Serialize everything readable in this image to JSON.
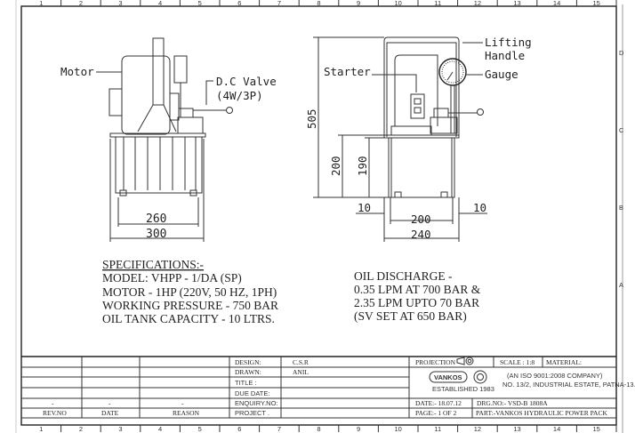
{
  "labels": {
    "motor": "Motor",
    "dc_valve_1": "D.C Valve",
    "dc_valve_2": "(4W/3P)",
    "starter": "Starter",
    "lifting_1": "Lifting",
    "lifting_2": "Handle",
    "gauge": "Gauge"
  },
  "dimensions": {
    "front_inner": "260",
    "front_outer": "300",
    "height_total": "505",
    "height_tank": "200",
    "height_inner": "190",
    "side_left": "10",
    "side_right": "10",
    "side_inner": "200",
    "side_outer": "240"
  },
  "specs": {
    "heading": "SPECIFICATIONS:-",
    "model": "MODEL:  VHPP - 1/DA (SP)",
    "motor": "MOTOR - 1HP (220V, 50 HZ, 1PH)",
    "pressure": "WORKING PRESSURE - 750 BAR",
    "tank": "OIL TANK CAPACITY - 10 LTRS."
  },
  "discharge": {
    "l1": "OIL DISCHARGE -",
    "l2": "0.35 LPM AT 700 BAR &",
    "l3": "2.35 LPM UPTO 70 BAR",
    "l4": "(SV SET AT 650 BAR)"
  },
  "title_block": {
    "rev_no": "REV.NO",
    "date": "DATE",
    "reason": "REASON",
    "dash": "-",
    "design_label": "DESIGN:",
    "design_value": "C.S.R",
    "drawn_label": "DRAWN:",
    "drawn_value": "ANIL",
    "title_label": "TITLE :",
    "due_label": "DUE DATE:",
    "enquiry_label": "ENQUIRY.NO:",
    "project_label": "PROJECT .",
    "projection": "PROJECTION",
    "scale": "SCALE : 1:8",
    "material": "MATERIAL:",
    "company": "VANKOS",
    "established": "ESTABLISHED 1983",
    "iso": "(AN ISO 9001:2008 COMPANY)",
    "address": "NO. 13/2, INDUSTRIAL ESTATE, PATNA-13.",
    "drg_date": "DATE:- 18.07.12",
    "drg_no": "DRG.NO:- VSD-B 1808A",
    "page": "PAGE:- 1 OF 2",
    "part": "PART:-VANKOS HYDRAULIC POWER PACK"
  },
  "border": {
    "columns": [
      "1",
      "2",
      "3",
      "4",
      "5",
      "6",
      "7",
      "8",
      "9",
      "10",
      "11",
      "12",
      "13",
      "14",
      "15"
    ],
    "rows": [
      "D",
      "C",
      "B",
      "A"
    ]
  }
}
